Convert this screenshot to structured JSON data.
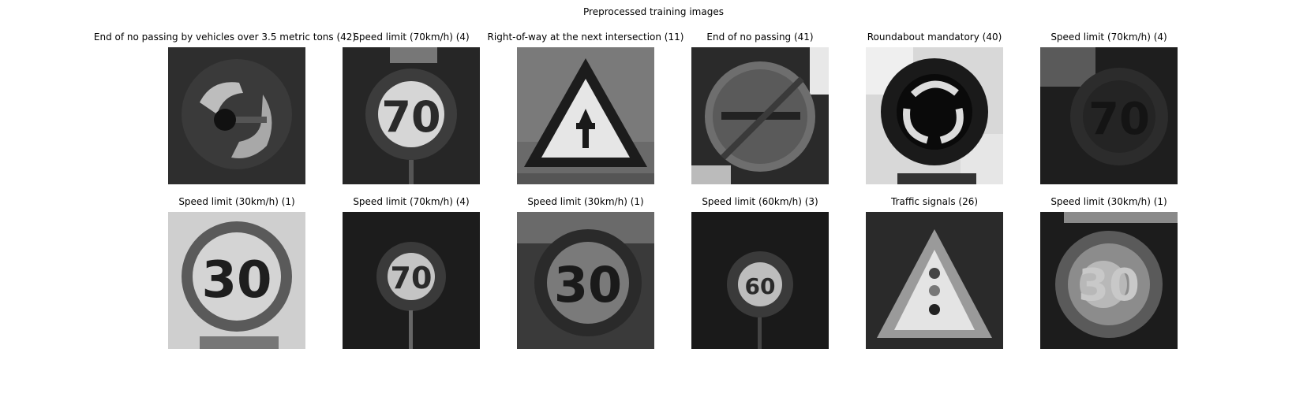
{
  "figure": {
    "title": "Preprocessed training images",
    "images": [
      {
        "label": "End of no passing by vehicles over 3.5 metric tons (42)",
        "sign": "end-no-passing-heavy-sign",
        "tone": "dark"
      },
      {
        "label": "Speed limit (70km/h) (4)",
        "sign": "speed-limit-sign",
        "text": "70",
        "tone": "dark"
      },
      {
        "label": "Right-of-way at the next intersection (11)",
        "sign": "priority-triangle-sign",
        "tone": "mid"
      },
      {
        "label": "End of no passing (41)",
        "sign": "end-no-passing-sign",
        "tone": "dark"
      },
      {
        "label": "Roundabout mandatory (40)",
        "sign": "roundabout-sign",
        "tone": "light"
      },
      {
        "label": "Speed limit (70km/h) (4)",
        "sign": "speed-limit-sign",
        "text": "70",
        "tone": "very-dark"
      },
      {
        "label": "Speed limit (30km/h) (1)",
        "sign": "speed-limit-sign",
        "text": "30",
        "tone": "light"
      },
      {
        "label": "Speed limit (70km/h) (4)",
        "sign": "speed-limit-sign",
        "text": "70",
        "tone": "dark"
      },
      {
        "label": "Speed limit (30km/h) (1)",
        "sign": "speed-limit-sign",
        "text": "30",
        "tone": "mid"
      },
      {
        "label": "Speed limit (60km/h) (3)",
        "sign": "speed-limit-sign",
        "text": "60",
        "tone": "dark"
      },
      {
        "label": "Traffic signals (26)",
        "sign": "traffic-signals-triangle-sign",
        "tone": "dark"
      },
      {
        "label": "Speed limit (30km/h) (1)",
        "sign": "speed-limit-sign",
        "text": "30",
        "tone": "blurred"
      }
    ]
  }
}
